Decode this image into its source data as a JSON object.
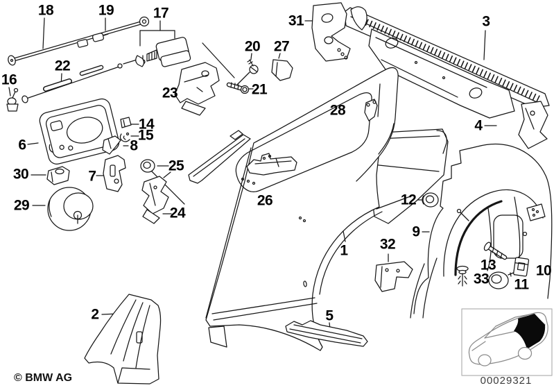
{
  "diagram": {
    "copyright": "© BMW AG",
    "drawing_number": "00029321"
  },
  "callouts": [
    "1",
    "2",
    "3",
    "4",
    "5",
    "6",
    "7",
    "8",
    "9",
    "10",
    "11",
    "12",
    "13",
    "14",
    "15",
    "16",
    "17",
    "18",
    "19",
    "20",
    "21",
    "22",
    "23",
    "24",
    "25",
    "26",
    "27",
    "28",
    "29",
    "30",
    "31",
    "32",
    "33"
  ]
}
